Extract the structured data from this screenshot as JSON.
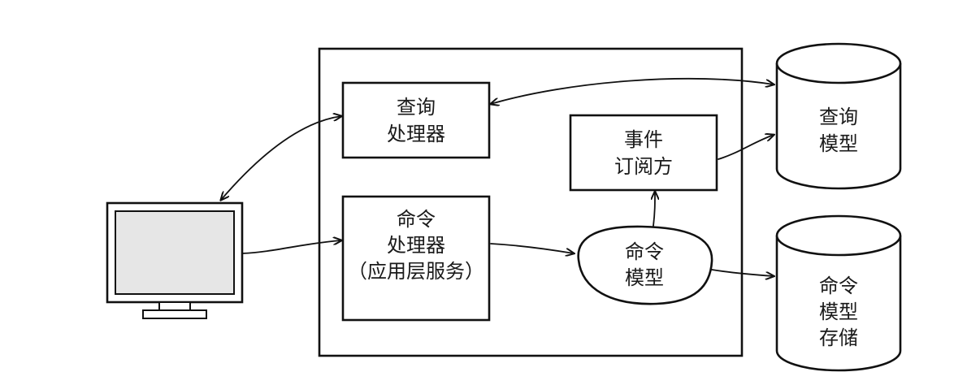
{
  "nodes": {
    "query_processor": [
      "查询",
      "处理器"
    ],
    "command_processor": [
      "命令",
      "处理器",
      "（应用层服务）"
    ],
    "event_subscriber": [
      "事件",
      "订阅方"
    ],
    "command_model": [
      "命令",
      "模型"
    ],
    "query_model": [
      "查询",
      "模型"
    ],
    "command_model_store": [
      "命令",
      "模型",
      "存储"
    ]
  },
  "icons": {
    "client": "monitor-icon",
    "store": "database-cylinder-icon"
  },
  "colors": {
    "line": "#111111",
    "background": "#ffffff",
    "screen": "#e6e6e6"
  }
}
